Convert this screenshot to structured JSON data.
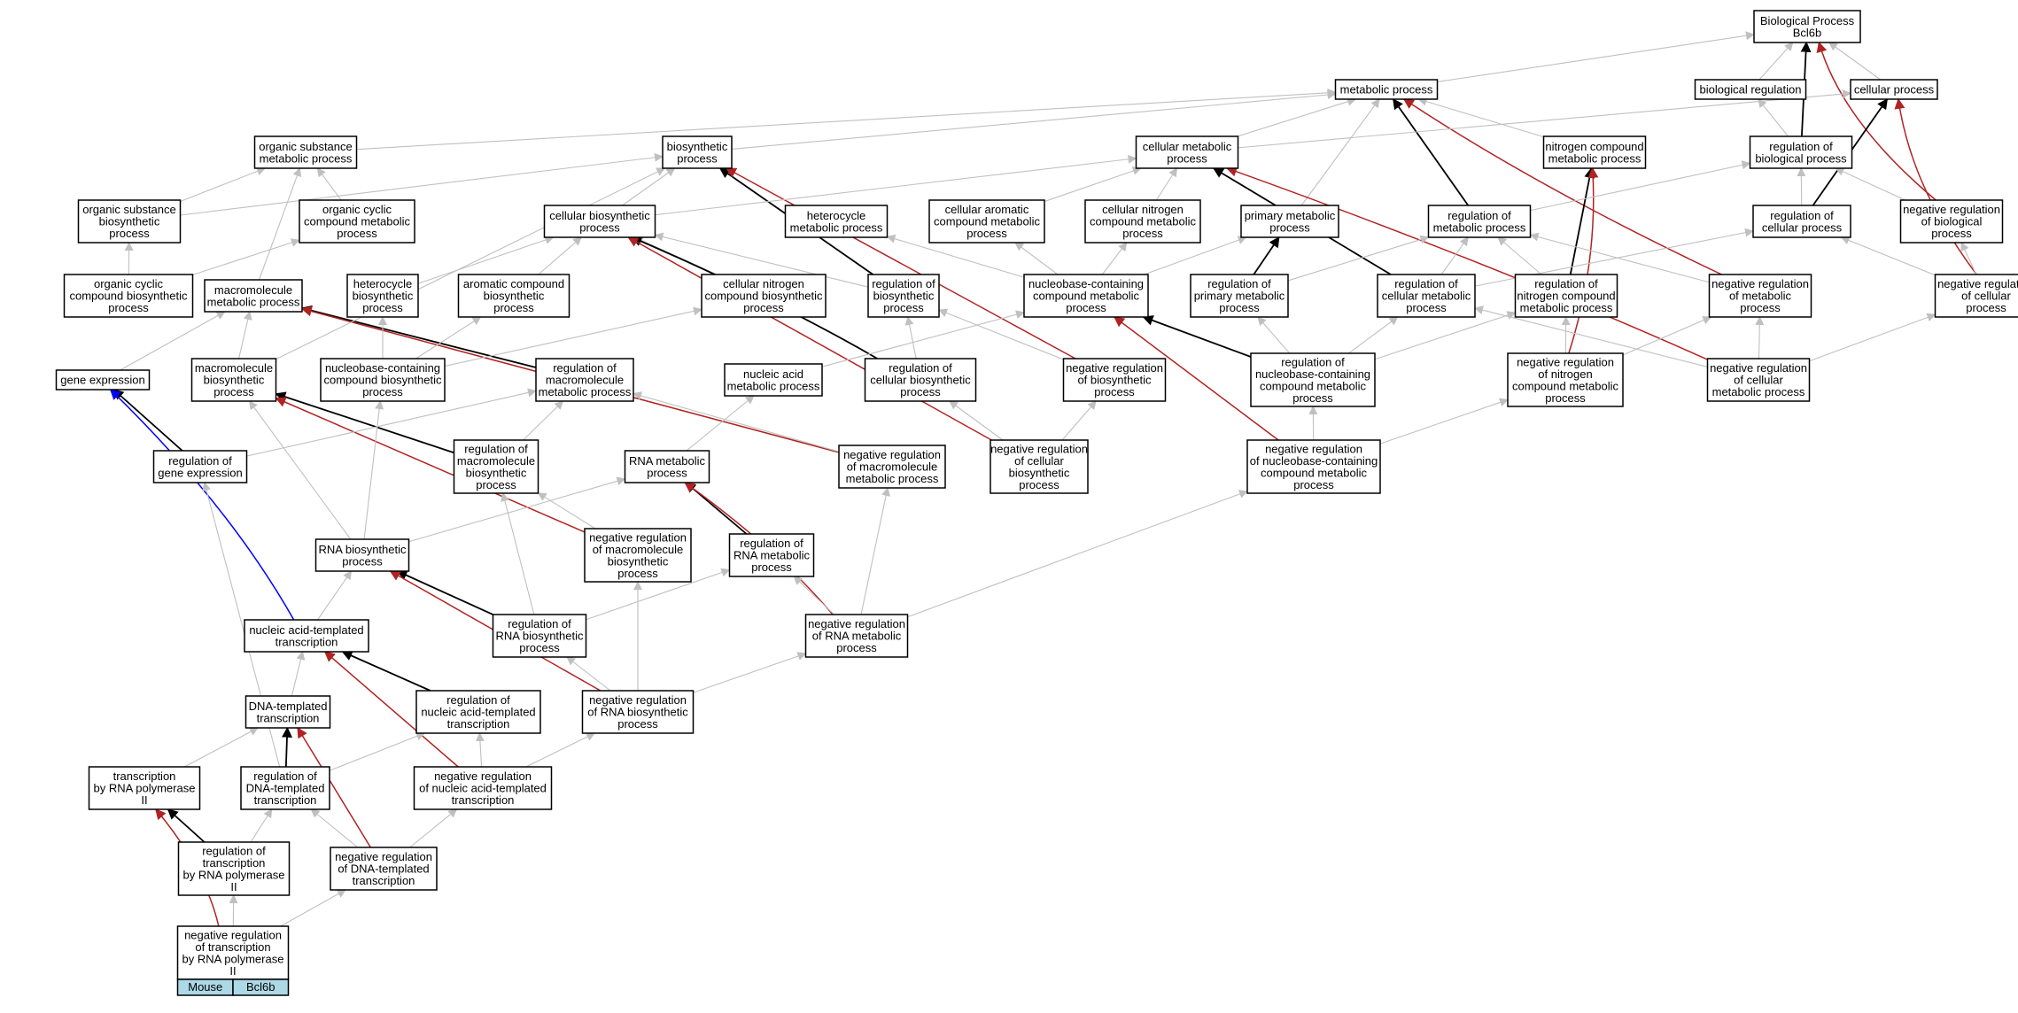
{
  "graph": {
    "nodes": [
      {
        "id": "bp",
        "label": [
          "Biological Process",
          "Bcl6b"
        ]
      },
      {
        "id": "mp",
        "label": [
          "metabolic process"
        ]
      },
      {
        "id": "breg",
        "label": [
          "biological regulation"
        ]
      },
      {
        "id": "cp",
        "label": [
          "cellular process"
        ]
      },
      {
        "id": "osmp",
        "label": [
          "organic substance",
          "metabolic process"
        ]
      },
      {
        "id": "bsp",
        "label": [
          "biosynthetic",
          "process"
        ]
      },
      {
        "id": "cmp",
        "label": [
          "cellular metabolic",
          "process"
        ]
      },
      {
        "id": "ncmp",
        "label": [
          "nitrogen compound",
          "metabolic process"
        ]
      },
      {
        "id": "rbp",
        "label": [
          "regulation of",
          "biological process"
        ]
      },
      {
        "id": "osbp",
        "label": [
          "organic substance",
          "biosynthetic",
          "process"
        ]
      },
      {
        "id": "occmp",
        "label": [
          "organic cyclic",
          "compound metabolic",
          "process"
        ]
      },
      {
        "id": "cbsp",
        "label": [
          "cellular biosynthetic",
          "process"
        ]
      },
      {
        "id": "hmp",
        "label": [
          "heterocycle",
          "metabolic process"
        ]
      },
      {
        "id": "cacmp",
        "label": [
          "cellular aromatic",
          "compound metabolic",
          "process"
        ]
      },
      {
        "id": "cncmp",
        "label": [
          "cellular nitrogen",
          "compound metabolic",
          "process"
        ]
      },
      {
        "id": "pmp",
        "label": [
          "primary metabolic",
          "process"
        ]
      },
      {
        "id": "rmp",
        "label": [
          "regulation of",
          "metabolic process"
        ]
      },
      {
        "id": "rcp",
        "label": [
          "regulation of",
          "cellular process"
        ]
      },
      {
        "id": "nrbp",
        "label": [
          "negative regulation",
          "of biological",
          "process"
        ]
      },
      {
        "id": "occbp",
        "label": [
          "organic cyclic",
          "compound biosynthetic",
          "process"
        ]
      },
      {
        "id": "mmp",
        "label": [
          "macromolecule",
          "metabolic process"
        ]
      },
      {
        "id": "hbp",
        "label": [
          "heterocycle",
          "biosynthetic",
          "process"
        ]
      },
      {
        "id": "acbp",
        "label": [
          "aromatic compound",
          "biosynthetic",
          "process"
        ]
      },
      {
        "id": "cncbp",
        "label": [
          "cellular nitrogen",
          "compound biosynthetic",
          "process"
        ]
      },
      {
        "id": "rbsp",
        "label": [
          "regulation of",
          "biosynthetic",
          "process"
        ]
      },
      {
        "id": "nbcmp",
        "label": [
          "nucleobase-containing",
          "compound metabolic",
          "process"
        ]
      },
      {
        "id": "rpmp",
        "label": [
          "regulation of",
          "primary metabolic",
          "process"
        ]
      },
      {
        "id": "rcmp",
        "label": [
          "regulation of",
          "cellular metabolic",
          "process"
        ]
      },
      {
        "id": "rncmp",
        "label": [
          "regulation of",
          "nitrogen compound",
          "metabolic process"
        ]
      },
      {
        "id": "nrmp",
        "label": [
          "negative regulation",
          "of metabolic",
          "process"
        ]
      },
      {
        "id": "nrcp",
        "label": [
          "negative regulation",
          "of cellular",
          "process"
        ]
      },
      {
        "id": "ge",
        "label": [
          "gene expression"
        ]
      },
      {
        "id": "mbp",
        "label": [
          "macromolecule",
          "biosynthetic",
          "process"
        ]
      },
      {
        "id": "nbcbp",
        "label": [
          "nucleobase-containing",
          "compound biosynthetic",
          "process"
        ]
      },
      {
        "id": "rmmp",
        "label": [
          "regulation of",
          "macromolecule",
          "metabolic process"
        ]
      },
      {
        "id": "namp",
        "label": [
          "nucleic acid",
          "metabolic process"
        ]
      },
      {
        "id": "rcbp",
        "label": [
          "regulation of",
          "cellular biosynthetic",
          "process"
        ]
      },
      {
        "id": "nrbsp",
        "label": [
          "negative regulation",
          "of biosynthetic",
          "process"
        ]
      },
      {
        "id": "rnbcmp",
        "label": [
          "regulation of",
          "nucleobase-containing",
          "compound metabolic",
          "process"
        ]
      },
      {
        "id": "nrncmp",
        "label": [
          "negative regulation",
          "of nitrogen",
          "compound metabolic",
          "process"
        ]
      },
      {
        "id": "nrcmp",
        "label": [
          "negative regulation",
          "of cellular",
          "metabolic process"
        ]
      },
      {
        "id": "rge",
        "label": [
          "regulation of",
          "gene expression"
        ]
      },
      {
        "id": "rmbp",
        "label": [
          "regulation of",
          "macromolecule",
          "biosynthetic",
          "process"
        ]
      },
      {
        "id": "rnamp",
        "label": [
          "RNA metabolic",
          "process"
        ]
      },
      {
        "id": "nrmmp",
        "label": [
          "negative regulation",
          "of macromolecule",
          "metabolic process"
        ]
      },
      {
        "id": "nrcbp",
        "label": [
          "negative regulation",
          "of cellular",
          "biosynthetic",
          "process"
        ]
      },
      {
        "id": "nrnbcmp",
        "label": [
          "negative regulation",
          "of nucleobase-containing",
          "compound metabolic",
          "process"
        ]
      },
      {
        "id": "rnabp",
        "label": [
          "RNA biosynthetic",
          "process"
        ]
      },
      {
        "id": "nrmbp",
        "label": [
          "negative regulation",
          "of macromolecule",
          "biosynthetic",
          "process"
        ]
      },
      {
        "id": "rrnamp",
        "label": [
          "regulation of",
          "RNA metabolic",
          "process"
        ]
      },
      {
        "id": "natt",
        "label": [
          "nucleic acid-templated",
          "transcription"
        ]
      },
      {
        "id": "rrnabp",
        "label": [
          "regulation of",
          "RNA biosynthetic",
          "process"
        ]
      },
      {
        "id": "nrrnamp",
        "label": [
          "negative regulation",
          "of RNA metabolic",
          "process"
        ]
      },
      {
        "id": "dtt",
        "label": [
          "DNA-templated",
          "transcription"
        ]
      },
      {
        "id": "rnatt",
        "label": [
          "regulation of",
          "nucleic acid-templated",
          "transcription"
        ]
      },
      {
        "id": "nrrnabp",
        "label": [
          "negative regulation",
          "of RNA biosynthetic",
          "process"
        ]
      },
      {
        "id": "trp2",
        "label": [
          "transcription",
          "by RNA polymerase",
          "II"
        ]
      },
      {
        "id": "rdtt",
        "label": [
          "regulation of",
          "DNA-templated",
          "transcription"
        ]
      },
      {
        "id": "nrnatt",
        "label": [
          "negative regulation",
          "of nucleic acid-templated",
          "transcription"
        ]
      },
      {
        "id": "rtrp2",
        "label": [
          "regulation of",
          "transcription",
          "by RNA polymerase",
          "II"
        ]
      },
      {
        "id": "nrdtt",
        "label": [
          "negative regulation",
          "of DNA-templated",
          "transcription"
        ]
      },
      {
        "id": "nrtrp2",
        "label": [
          "negative regulation",
          "of transcription",
          "by RNA polymerase",
          "II"
        ]
      }
    ],
    "root_tags": [
      "Mouse",
      "Bcl6b"
    ],
    "colors": {
      "is_a": "#c0c0c0",
      "part_of": "#000000",
      "negatively_regulates": "#b22222",
      "regulates": "#000000",
      "expression": "#0000ff",
      "tag_fill": "#add8e6"
    }
  }
}
